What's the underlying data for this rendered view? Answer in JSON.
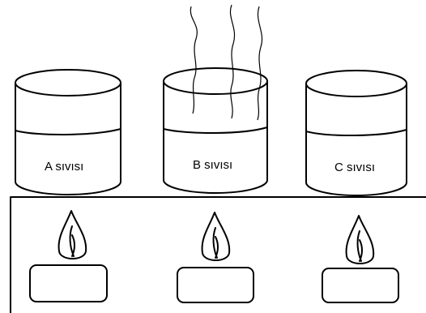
{
  "containers": [
    {
      "id": "a",
      "label": "A sıvısı",
      "steam": false
    },
    {
      "id": "b",
      "label": "B sıvısı",
      "steam": true
    },
    {
      "id": "c",
      "label": "C sıvısı",
      "steam": false
    }
  ],
  "heaters": [
    {
      "id": "1",
      "icon": "candle-icon"
    },
    {
      "id": "2",
      "icon": "candle-icon"
    },
    {
      "id": "3",
      "icon": "candle-icon"
    }
  ],
  "colors": {
    "line": "#000000",
    "background": "#ffffff"
  }
}
